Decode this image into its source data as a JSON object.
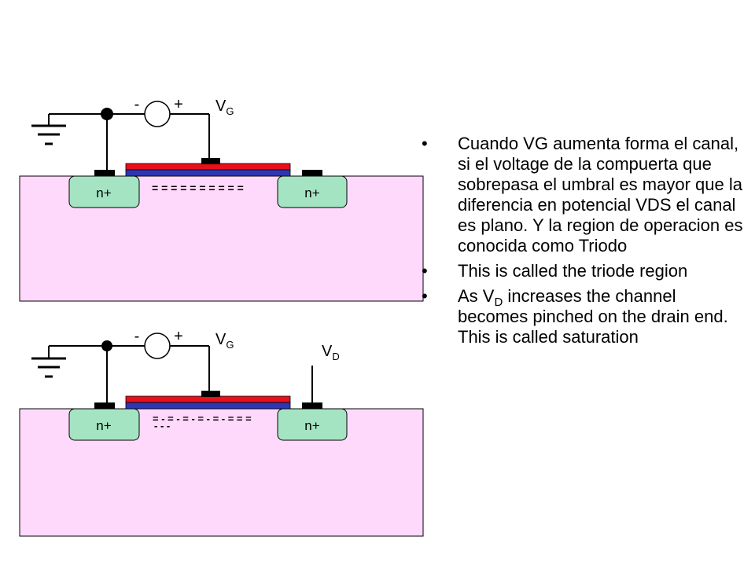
{
  "diagram_top": {
    "source_label": "n+",
    "drain_label": "n+",
    "vg_minus": "-",
    "vg_plus": "+",
    "vg_label": "V",
    "vg_sub": "G",
    "channel_charges": "= = = = = = = = = ="
  },
  "diagram_bottom": {
    "source_label": "n+",
    "drain_label": "n+",
    "vg_minus": "-",
    "vg_plus": "+",
    "vg_label": "V",
    "vg_sub": "G",
    "vd_label": "V",
    "vd_sub": "D",
    "channel_charges_top": "= - = - = - = - = - = = =",
    "channel_charges_bottom": "- - -"
  },
  "bullets": [
    {
      "marker": "•",
      "text": "Cuando VG aumenta forma el canal, si el voltage de la compuerta que sobrepasa el umbral es mayor que la diferencia en potencial VDS el canal es plano. Y la region de operacion es conocida como Triodo"
    },
    {
      "marker": "•",
      "text": "This is called the triode region"
    },
    {
      "marker": "•",
      "text_before": "As V",
      "sub": "D",
      "text_after": " increases the channel becomes pinched on the drain end. This is called saturation"
    }
  ],
  "colors": {
    "substrate": "#ffd9fb",
    "diffusion": "#a4e4c2",
    "gate": "#e8101a",
    "oxide": "#2e36b4",
    "wire": "#000000"
  }
}
